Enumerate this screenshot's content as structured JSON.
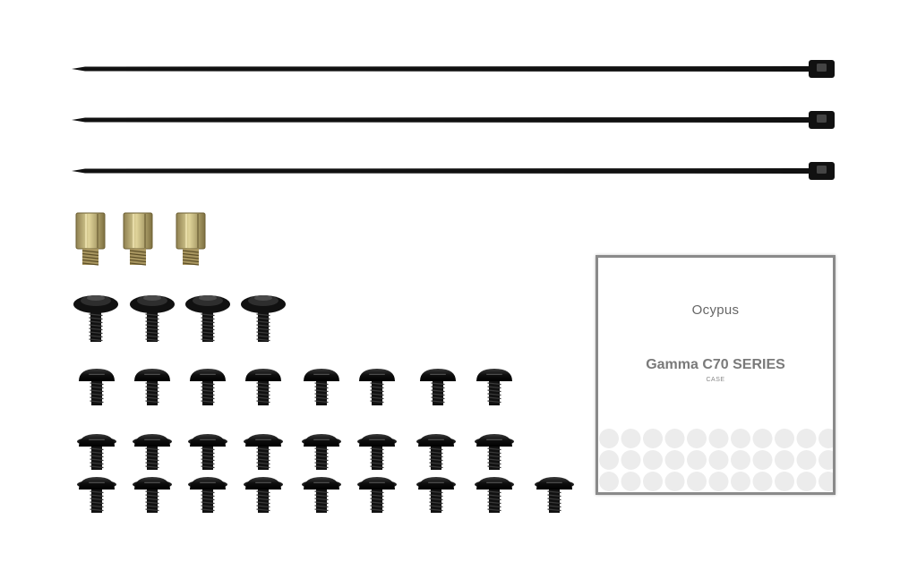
{
  "manual": {
    "brand": "Ocypus",
    "title": "Gamma C70 SERIES",
    "subtitle": "CASE"
  },
  "items": {
    "cable_ties": 3,
    "standoffs": 3,
    "large_flange_screws": 4,
    "medium_pan_screws": 8,
    "small_washer_screws": 17
  },
  "colors": {
    "background": "#ffffff",
    "screw_black": "#111111",
    "brass": "#b8a870",
    "manual_border": "#8a8a8a",
    "manual_text": "#7a7a7a",
    "dot_gray": "#ececec"
  }
}
